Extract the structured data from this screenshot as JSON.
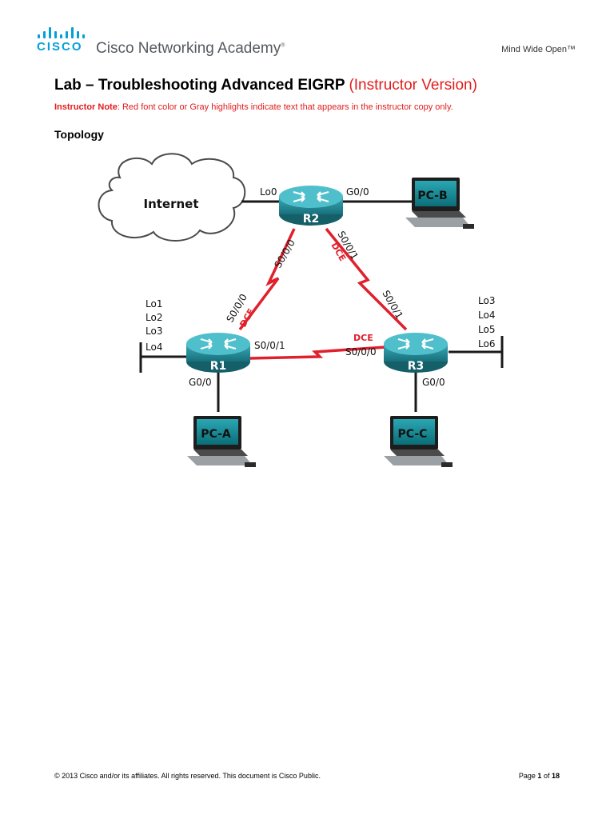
{
  "header": {
    "logo_text": "CISCO",
    "academy": "Cisco Networking Academy",
    "academy_mark": "®",
    "tagline": "Mind Wide Open™"
  },
  "document": {
    "title": "Lab – Troubleshooting Advanced EIGRP",
    "title_suffix": "(Instructor Version)",
    "note_label": "Instructor Note",
    "note_text": ": Red font color or Gray highlights indicate text that appears in the instructor copy only.",
    "section_heading": "Topology"
  },
  "topology": {
    "cloud_label": "Internet",
    "routers": {
      "r1": "R1",
      "r2": "R2",
      "r3": "R3"
    },
    "pcs": {
      "pca": "PC-A",
      "pcb": "PC-B",
      "pcc": "PC-C"
    },
    "interfaces": {
      "r2_lo0": "Lo0",
      "r2_g00": "G0/0",
      "r2_s000": "S0/0/0",
      "r2_s001": "S0/0/1",
      "r1_s000": "S0/0/0",
      "r1_s001": "S0/0/1",
      "r1_g00": "G0/0",
      "r3_s001": "S0/0/1",
      "r3_s000": "S0/0/0",
      "r3_g00": "G0/0"
    },
    "dce_label": "DCE",
    "r1_loopbacks": [
      "Lo1",
      "Lo2",
      "Lo3",
      "Lo4"
    ],
    "r3_loopbacks": [
      "Lo3",
      "Lo4",
      "Lo5",
      "Lo6"
    ],
    "colors": {
      "serial_link": "#e0202c",
      "ethernet_link": "#1a1a1a",
      "router": "#1f7f8c",
      "dce_text": "#e0202c"
    }
  },
  "footer": {
    "copyright": "© 2013 Cisco and/or its affiliates. All rights reserved. This document is Cisco Public.",
    "page_prefix": "Page",
    "page_current": "1",
    "page_of": "of",
    "page_total": "18"
  }
}
